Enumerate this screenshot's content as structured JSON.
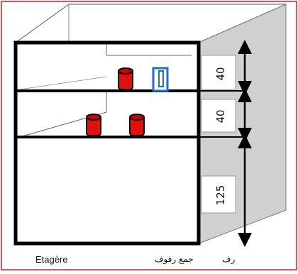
{
  "diagram": {
    "caption_fr": "Etagère",
    "caption_ar_plural": "جمع رفوف",
    "caption_ar_singular": "رف",
    "dimensions": [
      {
        "id": "top",
        "label": "40",
        "value": 40
      },
      {
        "id": "middle",
        "label": "40",
        "value": 40
      },
      {
        "id": "bottom",
        "label": "125",
        "value": 125
      }
    ],
    "colors": {
      "frame": "#000000",
      "side_panel": "#d0d0d0",
      "label_box": "#ffffff",
      "cylinder": "#e01010",
      "box_item": "#1a6fd0",
      "page_border": "#d02020"
    }
  }
}
